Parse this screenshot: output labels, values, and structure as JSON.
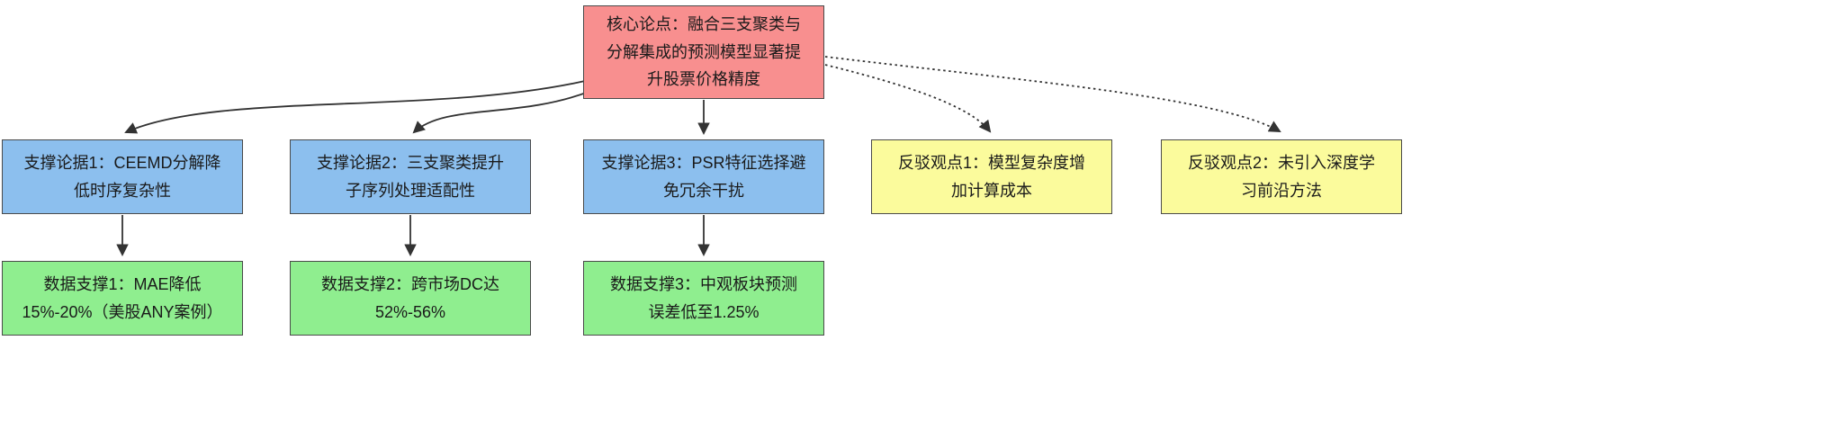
{
  "diagram": {
    "type": "argument-flowchart",
    "background_color": "#ffffff",
    "colors": {
      "core_fill": "#f88f8f",
      "support_fill": "#8cbfee",
      "counter_fill": "#fbfb9c",
      "data_fill": "#8fee8f",
      "border": "#4a4a4a",
      "edge": "#333333",
      "text": "#1a1a1a"
    },
    "nodes": {
      "core": {
        "id": "core",
        "role": "core-claim",
        "label": "核心论点：融合三支聚类与\n分解集成的预测模型显著提\n升股票价格精度"
      },
      "support1": {
        "id": "support1",
        "role": "supporting-argument",
        "label": "支撑论据1：CEEMD分解降\n低时序复杂性"
      },
      "support2": {
        "id": "support2",
        "role": "supporting-argument",
        "label": "支撑论据2：三支聚类提升\n子序列处理适配性"
      },
      "support3": {
        "id": "support3",
        "role": "supporting-argument",
        "label": "支撑论据3：PSR特征选择避\n免冗余干扰"
      },
      "counter1": {
        "id": "counter1",
        "role": "counter-argument",
        "label": "反驳观点1：模型复杂度增\n加计算成本"
      },
      "counter2": {
        "id": "counter2",
        "role": "counter-argument",
        "label": "反驳观点2：未引入深度学\n习前沿方法"
      },
      "data1": {
        "id": "data1",
        "role": "data-support",
        "label": "数据支撑1：MAE降低\n15%-20%（美股ANY案例）"
      },
      "data2": {
        "id": "data2",
        "role": "data-support",
        "label": "数据支撑2：跨市场DC达\n52%-56%"
      },
      "data3": {
        "id": "data3",
        "role": "data-support",
        "label": "数据支撑3：中观板块预测\n误差低至1.25%"
      }
    },
    "edges": [
      {
        "from": "core",
        "to": "support1",
        "style": "solid"
      },
      {
        "from": "core",
        "to": "support2",
        "style": "solid"
      },
      {
        "from": "core",
        "to": "support3",
        "style": "solid"
      },
      {
        "from": "core",
        "to": "counter1",
        "style": "dotted"
      },
      {
        "from": "core",
        "to": "counter2",
        "style": "dotted"
      },
      {
        "from": "support1",
        "to": "data1",
        "style": "solid"
      },
      {
        "from": "support2",
        "to": "data2",
        "style": "solid"
      },
      {
        "from": "support3",
        "to": "data3",
        "style": "solid"
      }
    ]
  }
}
